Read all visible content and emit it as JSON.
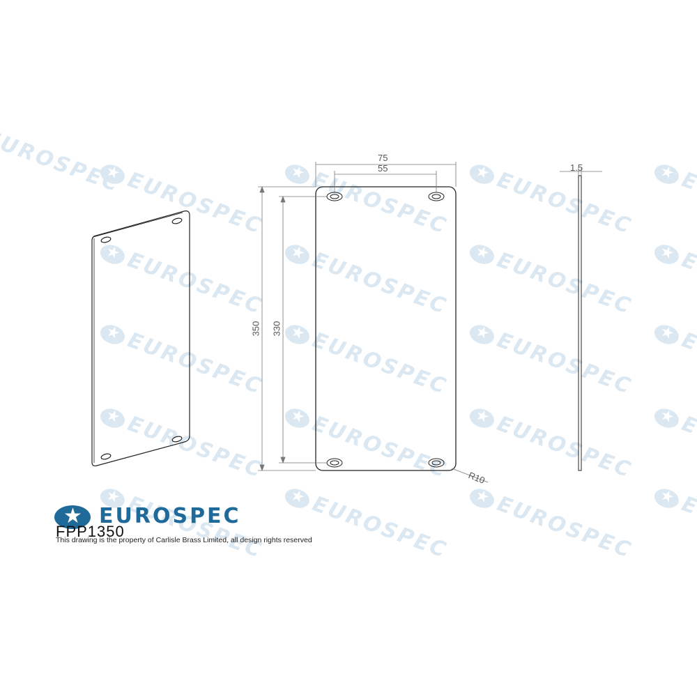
{
  "watermark": {
    "text": "EUROSPEC",
    "color": "#dbe8f2"
  },
  "drawing": {
    "front_view": {
      "width_dim": "75",
      "hole_spacing_dim": "55",
      "height_dim": "350",
      "hole_vertical_dim": "330",
      "corner_radius_dim": "R10"
    },
    "side_view": {
      "thickness_dim": "1.5"
    }
  },
  "title_block": {
    "brand": "EUROSPEC",
    "brand_color": "#1f6a99",
    "part_number": "FPP1350",
    "disclaimer": "This drawing is the property of Carlisle Brass Limited, all design rights reserved"
  }
}
